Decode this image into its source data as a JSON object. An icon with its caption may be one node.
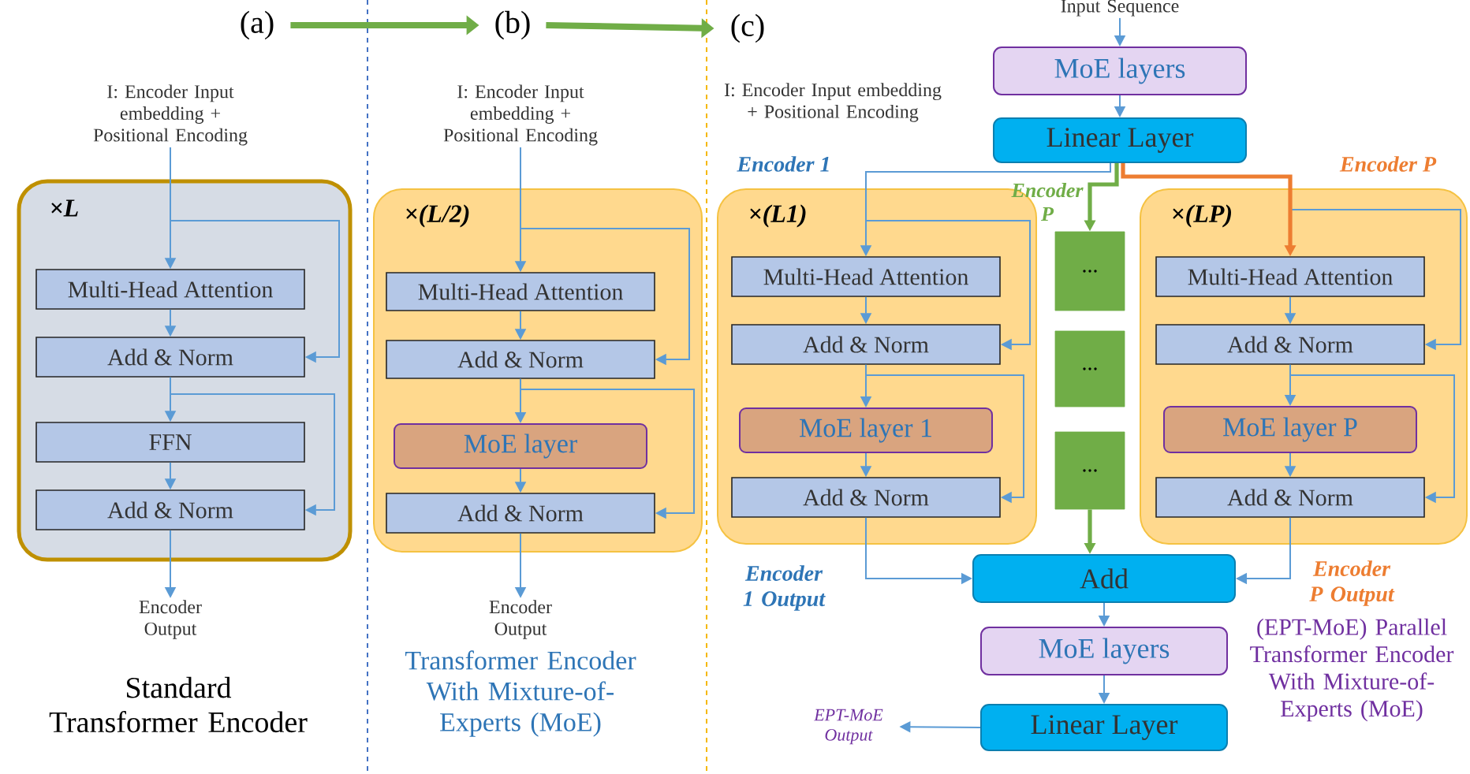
{
  "diagram": {
    "nodes": [
      {
        "text": [
          "I: Encoder Input embedding + Positional Encoding"
        ]
      },
      {
        "text": [
          "×L"
        ]
      },
      {
        "text": [
          "Multi-Head Attention"
        ],
        "in": 1
      },
      {
        "text": [
          "Add & Norm"
        ],
        "in": 1
      },
      {
        "text": [
          "FFN"
        ],
        "in": 1
      },
      {
        "text": [
          "Add & Norm"
        ],
        "in": 1
      },
      {
        "text": [
          "Encoder Output"
        ]
      },
      {
        "text": [
          "I: Encoder Input embedding + Positional Encoding"
        ]
      },
      {
        "text": [
          "×(L/2)"
        ]
      },
      {
        "text": [
          "Multi-Head Attention"
        ],
        "in": 8
      },
      {
        "text": [
          "Add & Norm"
        ],
        "in": 8
      },
      {
        "text": [
          "MoE layer"
        ],
        "in": 8
      },
      {
        "text": [
          "Add & Norm"
        ],
        "in": 8
      },
      {
        "text": [
          "Encoder Output"
        ]
      },
      {
        "text": [
          "I: Encoder Input embedding + Positional Encoding"
        ]
      },
      {
        "text": [
          "Input Sequence"
        ]
      },
      {
        "text": [
          "MoE layers"
        ]
      },
      {
        "text": [
          "Linear Layer"
        ]
      },
      {
        "text": [
          "Encoder 1",
          "×(L1)"
        ]
      },
      {
        "text": [
          "Multi-Head Attention"
        ],
        "in": 18
      },
      {
        "text": [
          "Add & Norm"
        ],
        "in": 18
      },
      {
        "text": [
          "MoE layer 1"
        ],
        "in": 18
      },
      {
        "text": [
          "Add & Norm"
        ],
        "in": 18
      },
      {
        "text": [
          "..."
        ]
      },
      {
        "text": [
          "..."
        ]
      },
      {
        "text": [
          "..."
        ]
      },
      {
        "text": [
          "Encoder P",
          "×(LP)"
        ]
      },
      {
        "text": [
          "Multi-Head Attention"
        ],
        "in": 26
      },
      {
        "text": [
          "Add & Norm"
        ],
        "in": 26
      },
      {
        "text": [
          "MoE layer P"
        ],
        "in": 26
      },
      {
        "text": [
          "Add & Norm"
        ],
        "in": 26
      },
      {
        "text": [
          "Add"
        ]
      },
      {
        "text": [
          "MoE layers"
        ]
      },
      {
        "text": [
          "Linear Layer"
        ]
      },
      {
        "text": [
          "EPT-MoE Output"
        ]
      },
      {
        "text": [
          "(a)"
        ]
      },
      {
        "text": [
          "(b)"
        ]
      },
      {
        "text": [
          "(c)"
        ]
      }
    ],
    "edges": [
      {
        "from": 0,
        "to": 2,
        "arrow": "to"
      },
      {
        "from": 0,
        "to": 3,
        "arrow": "to"
      },
      {
        "from": 2,
        "to": 3,
        "arrow": "to"
      },
      {
        "from": 3,
        "to": 4,
        "arrow": "to"
      },
      {
        "from": 3,
        "to": 5,
        "arrow": "to"
      },
      {
        "from": 4,
        "to": 5,
        "arrow": "to"
      },
      {
        "from": 5,
        "to": 6,
        "arrow": "to"
      },
      {
        "from": 7,
        "to": 9,
        "arrow": "to"
      },
      {
        "from": 7,
        "to": 10,
        "arrow": "to"
      },
      {
        "from": 9,
        "to": 10,
        "arrow": "to"
      },
      {
        "from": 10,
        "to": 11,
        "arrow": "to"
      },
      {
        "from": 10,
        "to": 12,
        "arrow": "to"
      },
      {
        "from": 11,
        "to": 12,
        "arrow": "to"
      },
      {
        "from": 12,
        "to": 13,
        "arrow": "to"
      },
      {
        "from": 15,
        "to": 16,
        "arrow": "to"
      },
      {
        "from": 16,
        "to": 17,
        "arrow": "to"
      },
      {
        "from": 17,
        "to": 19,
        "arrow": "to"
      },
      {
        "from": 17,
        "to": 20,
        "arrow": "to"
      },
      {
        "from": 17,
        "to": 23,
        "arrow": "to",
        "label": "Encoder P",
        "style": "thick",
        "color": "#70ad47"
      },
      {
        "from": 25,
        "to": 31,
        "arrow": "to",
        "style": "thick",
        "color": "#70ad47"
      },
      {
        "from": 17,
        "to": 28,
        "arrow": "to"
      },
      {
        "from": 17,
        "to": 27,
        "arrow": "to",
        "style": "thick",
        "color": "#ed7d31"
      },
      {
        "from": 19,
        "to": 20,
        "arrow": "to"
      },
      {
        "from": 20,
        "to": 21,
        "arrow": "to"
      },
      {
        "from": 20,
        "to": 22,
        "arrow": "to"
      },
      {
        "from": 21,
        "to": 22,
        "arrow": "to"
      },
      {
        "from": 22,
        "to": 31,
        "arrow": "to",
        "label": "Encoder 1 Output"
      },
      {
        "from": 27,
        "to": 28,
        "arrow": "to"
      },
      {
        "from": 28,
        "to": 29,
        "arrow": "to"
      },
      {
        "from": 28,
        "to": 30,
        "arrow": "to"
      },
      {
        "from": 29,
        "to": 30,
        "arrow": "to"
      },
      {
        "from": 30,
        "to": 31,
        "arrow": "to",
        "label": "Encoder P Output"
      },
      {
        "from": 31,
        "to": 32,
        "arrow": "to"
      },
      {
        "from": 32,
        "to": 33,
        "arrow": "to"
      },
      {
        "from": 33,
        "to": 34,
        "arrow": "to"
      },
      {
        "from": 35,
        "to": 36,
        "arrow": "to",
        "style": "thick",
        "color": "#70ad47"
      },
      {
        "from": 36,
        "to": 37,
        "arrow": "to",
        "style": "thick",
        "color": "#70ad47"
      }
    ],
    "labels": [
      "Standard Transformer Encoder",
      "Transformer Encoder With Mixture-of-Experts (MoE)",
      "(EPT-MoE) Parallel Transformer Encoder With Mixture-of-Experts (MoE)"
    ]
  }
}
